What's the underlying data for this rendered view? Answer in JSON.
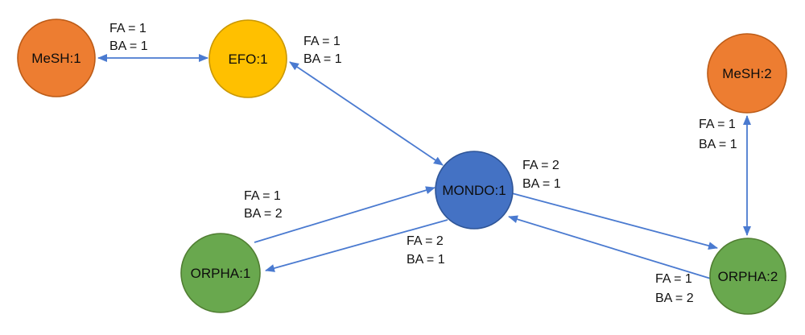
{
  "diagram": {
    "title": "ontology-mapping-graph",
    "background_color": "#ffffff",
    "arrow_color": "#4a7ad0",
    "text_color": "#0d0d0d",
    "nodes": [
      {
        "id": "mesh1",
        "label": "MeSH:1",
        "fill": "#ED7D31",
        "stroke": "#BC5B17"
      },
      {
        "id": "efo1",
        "label": "EFO:1",
        "fill": "#FFC000",
        "stroke": "#C99700"
      },
      {
        "id": "mondo1",
        "label": "MONDO:1",
        "fill": "#4472C4",
        "stroke": "#2F5597"
      },
      {
        "id": "orpha1",
        "label": "ORPHA:1",
        "fill": "#69A84E",
        "stroke": "#507E32"
      },
      {
        "id": "mesh2",
        "label": "MeSH:2",
        "fill": "#ED7D31",
        "stroke": "#BC5B17"
      },
      {
        "id": "orpha2",
        "label": "ORPHA:2",
        "fill": "#69A84E",
        "stroke": "#507E32"
      }
    ],
    "edges": [
      {
        "from": "MeSH:1",
        "to": "EFO:1",
        "direction": "bidirectional",
        "fa": "FA = 1",
        "ba": "BA = 1"
      },
      {
        "from": "EFO:1",
        "to": "MONDO:1",
        "direction": "bidirectional",
        "fa": "FA = 1",
        "ba": "BA = 1"
      },
      {
        "from": "ORPHA:1",
        "to": "MONDO:1",
        "direction": "forward",
        "fa": "FA = 1",
        "ba": "BA = 2"
      },
      {
        "from": "MONDO:1",
        "to": "ORPHA:1",
        "direction": "forward",
        "fa": "FA = 2",
        "ba": "BA = 1"
      },
      {
        "from": "MONDO:1",
        "to": "ORPHA:2",
        "direction": "forward",
        "fa": "FA = 2",
        "ba": "BA = 1"
      },
      {
        "from": "ORPHA:2",
        "to": "MONDO:1",
        "direction": "forward",
        "fa": "FA = 1",
        "ba": "BA = 2"
      },
      {
        "from": "MeSH:2",
        "to": "ORPHA:2",
        "direction": "bidirectional",
        "fa": "FA = 1",
        "ba": "BA = 1"
      }
    ]
  }
}
